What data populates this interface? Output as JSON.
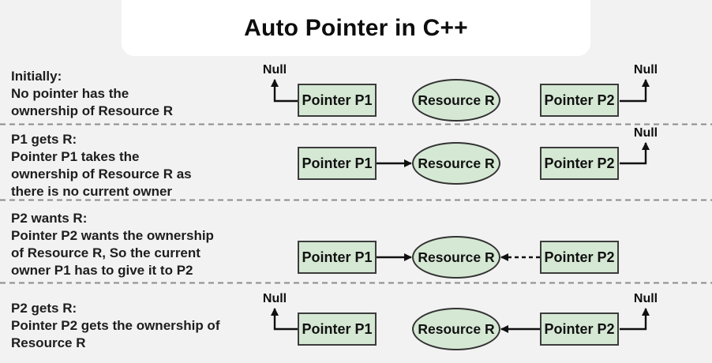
{
  "title": "Auto Pointer in C++",
  "colors": {
    "background": "#f2f2f2",
    "title_card": "#ffffff",
    "shape_fill": "#d5e8d4",
    "shape_border": "#3c3c3c",
    "arrow": "#101010",
    "separator": "#8c8c8c",
    "text": "#1d1d1d"
  },
  "shapes": {
    "pointer_p1": "Pointer P1",
    "resource": "Resource R",
    "pointer_p2": "Pointer P2",
    "null_label": "Null"
  },
  "rows": [
    {
      "heading": "Initially:",
      "lines": [
        "No pointer has the",
        "ownership of Resource R"
      ],
      "state": "P1 -> Null, P2 -> Null"
    },
    {
      "heading": "P1 gets R:",
      "lines": [
        "Pointer P1 takes the",
        "ownership of Resource R as",
        "there is no current owner"
      ],
      "state": "P1 -> Resource R, P2 -> Null"
    },
    {
      "heading": "P2 wants R:",
      "lines": [
        "Pointer P2 wants the ownership",
        "of Resource R, So the current",
        "owner P1 has to give it to P2"
      ],
      "state": "P1 -> Resource R, P2 -(wants)-> Resource R"
    },
    {
      "heading": "P2 gets R:",
      "lines": [
        "Pointer P2 gets the ownership of",
        "Resource R"
      ],
      "state": "P1 -> Null, P2 -> Resource R"
    }
  ]
}
